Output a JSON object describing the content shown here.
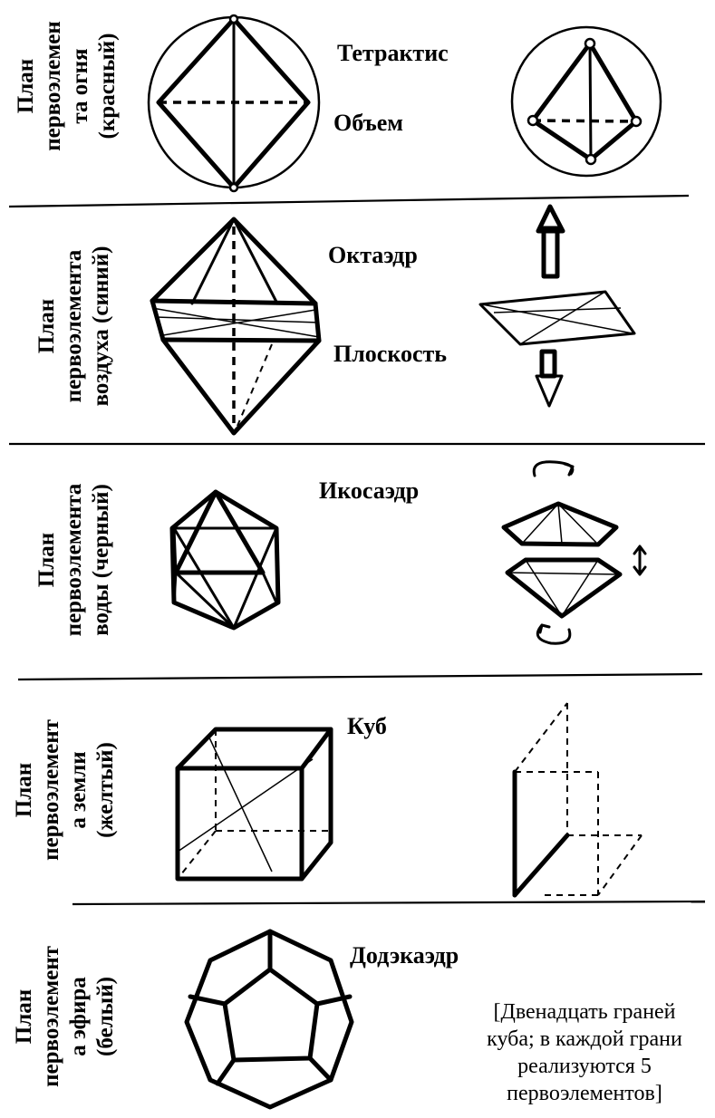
{
  "rows": [
    {
      "label": [
        "План",
        "первоэлемен",
        "та огня",
        "(красный)"
      ],
      "words": [
        "Тетрактис",
        "Объем"
      ]
    },
    {
      "label": [
        "План",
        "первоэлемента",
        "воздуха (синий)"
      ],
      "words": [
        "Октаэдр",
        "Плоскость"
      ]
    },
    {
      "label": [
        "План",
        "первоэлемента",
        "воды (черный)"
      ],
      "words": [
        "Икосаэдр"
      ]
    },
    {
      "label": [
        "План",
        "первоэлемент",
        "а земли",
        "(желтый)"
      ],
      "words": [
        "Куб"
      ]
    },
    {
      "label": [
        "План",
        "первоэлемент",
        "а эфира",
        "(белый)"
      ],
      "words": [
        "Додэкаэдр"
      ]
    }
  ],
  "note": [
    "[Двенадцать граней",
    "куба; в каждой грани",
    "реализуются 5",
    "первоэлементов]"
  ]
}
